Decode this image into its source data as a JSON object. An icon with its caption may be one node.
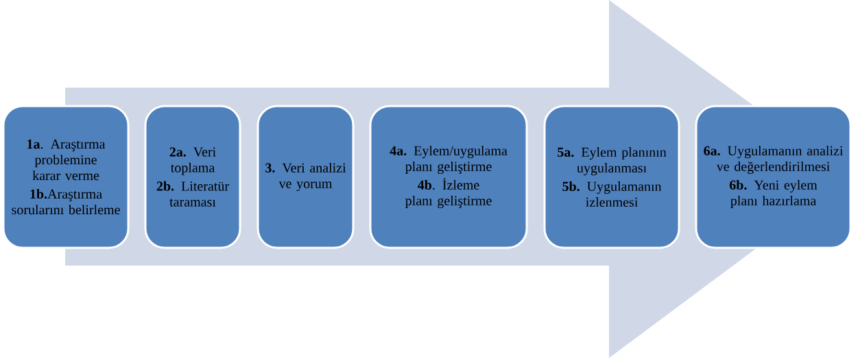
{
  "diagram": {
    "nodes": [
      {
        "text": [
          "**1a**. Araştırma problemine karar verme",
          "**1b.**Araştırma sorularını belirleme"
        ]
      },
      {
        "text": [
          "**2a.** Veri toplama",
          "**2b.** Literatür taraması"
        ]
      },
      {
        "text": [
          "**3.** Veri analizi ve yorum"
        ]
      },
      {
        "text": [
          "**4a.** Eylem/uygulama planı geliştirme",
          "**4b**. İzleme planı geliştirme"
        ]
      },
      {
        "text": [
          "**5a.** Eylem planının uygulanması",
          "**5b.** Uygulamanın izlenmesi"
        ]
      },
      {
        "text": [
          "**6a.** Uygulamanın analizi ve değerlendirilmesi",
          "**6b.** Yeni eylem planı hazırlama"
        ]
      }
    ],
    "edges": [
      {
        "from": 0,
        "to": 5,
        "arrow": "to"
      }
    ]
  }
}
